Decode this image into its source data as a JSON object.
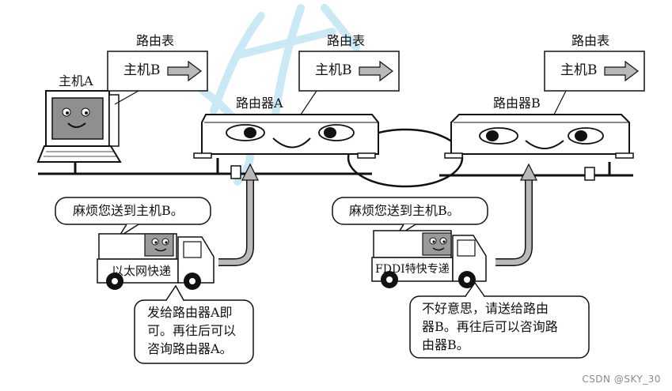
{
  "labels": {
    "host_a": "主机A",
    "router_a": "路由器A",
    "router_b": "路由器B",
    "routing_table": "路由表"
  },
  "routing_tables": [
    {
      "entry": "主机B"
    },
    {
      "entry": "主机B"
    },
    {
      "entry": "主机B"
    }
  ],
  "bubbles": {
    "request_a": "麻烦您送到主机B。",
    "request_b": "麻烦您送到主机B。",
    "reply_a": [
      "发给路由器A即",
      "可。再往后可以",
      "咨询路由器A。"
    ],
    "reply_b": [
      "不好意思，请送给路由",
      "器B。再往后可以咨询路",
      "由器B。"
    ]
  },
  "trucks": {
    "truck_a_label": "以太网快递",
    "truck_b_label": "FDDI特快专递"
  },
  "watermark": "CSDN @SKY_30",
  "colors": {
    "ink": "#111111",
    "arrow_fill": "#b9b9b9",
    "screen_fill": "#8f8f8f",
    "truck_face": "#9a9a9a",
    "watermark": "#8a8a8a",
    "overlay_blue": "#9fd8f0"
  }
}
